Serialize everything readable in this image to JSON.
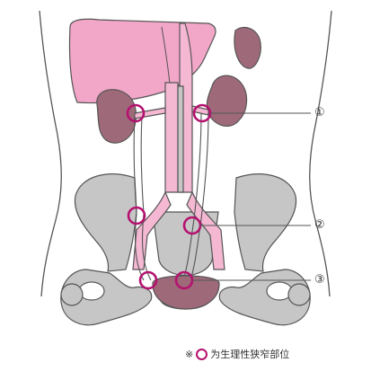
{
  "callouts": [
    {
      "id": "1",
      "label": "①"
    },
    {
      "id": "2",
      "label": "②"
    },
    {
      "id": "3",
      "label": "③"
    }
  ],
  "legend": {
    "prefix": "※",
    "text": "为生理性狭窄部位"
  },
  "colors": {
    "liver": "#f2a6c8",
    "kidney": "#9e6a7a",
    "vessel": "#f4b8d2",
    "pelvis": "#c6c6c6",
    "outline": "#555555",
    "marker": "#b5116f"
  }
}
